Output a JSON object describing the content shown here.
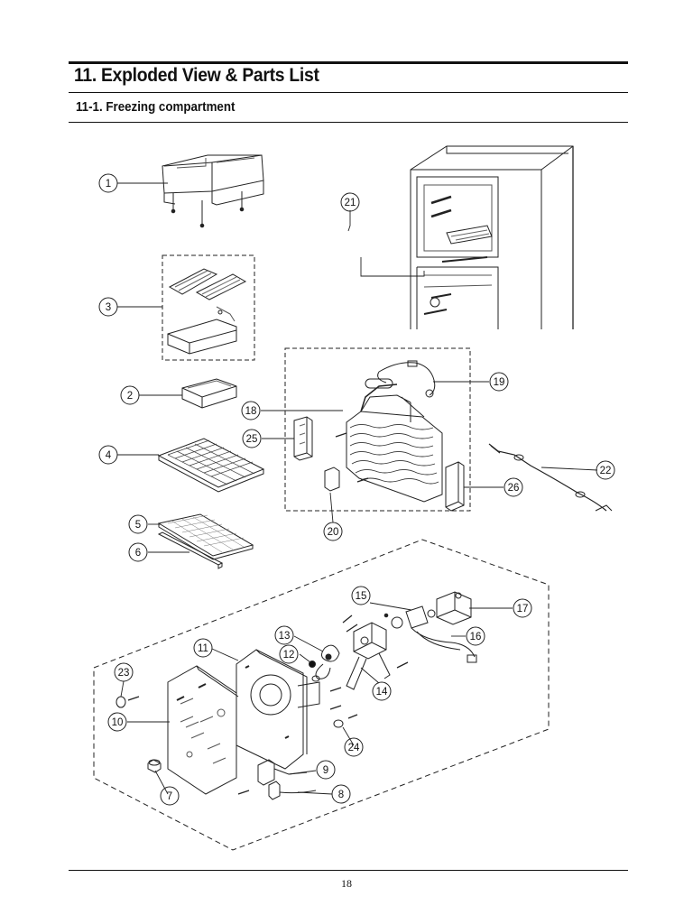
{
  "header": {
    "title": "11. Exploded View & Parts List",
    "subtitle": "11-1. Freezing compartment"
  },
  "diagram": {
    "callouts": [
      "1",
      "2",
      "3",
      "4",
      "5",
      "6",
      "7",
      "8",
      "9",
      "10",
      "11",
      "12",
      "13",
      "14",
      "15",
      "16",
      "17",
      "18",
      "19",
      "20",
      "21",
      "22",
      "23",
      "24",
      "25",
      "26"
    ]
  },
  "footer": {
    "page_number": "18"
  }
}
